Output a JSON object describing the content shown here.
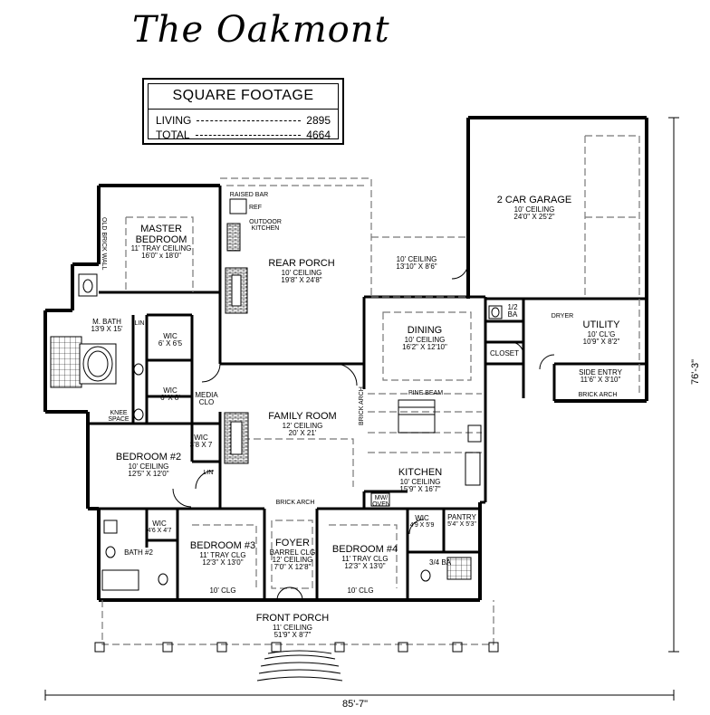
{
  "title": "The Oakmont",
  "square_footage": {
    "heading": "SQUARE FOOTAGE",
    "rows": [
      {
        "label": "LIVING",
        "value": "2895"
      },
      {
        "label": "TOTAL",
        "value": "4664"
      }
    ]
  },
  "rooms": {
    "master": {
      "name1": "MASTER",
      "name2": "BEDROOM",
      "d1": "11' TRAY CEILING",
      "d2": "16'0\" x 18'0\""
    },
    "rear_porch": {
      "name": "REAR PORCH",
      "d1": "10' CEILING",
      "d2": "19'8\" X 24'8\""
    },
    "outdoor_kitchen": {
      "name1": "OUTDOOR",
      "name2": "KITCHEN"
    },
    "raised_bar": "RAISED BAR",
    "ref": "REF",
    "old_brick_wall": "OLD BRICK WALL",
    "garage": {
      "name": "2 CAR GARAGE",
      "d1": "10' CEILING",
      "d2": "24'0\" X 25'2\""
    },
    "breezeway": {
      "d1": "10' CEILING",
      "d2": "13'10\" X 8'6\""
    },
    "half_bath": {
      "name1": "1/2",
      "name2": "BA"
    },
    "utility": {
      "name": "UTILITY",
      "d1": "10' CL'G",
      "d2": "10'9\" X 8'2\""
    },
    "dryer": "DRYER",
    "side_entry": {
      "name": "SIDE ENTRY",
      "d1": "11'6\" X 3'10\""
    },
    "brick_arch_side": "BRICK ARCH",
    "dining": {
      "name": "DINING",
      "d1": "10' CEILING",
      "d2": "16'2\" X 12'10\""
    },
    "closet": "CLOSET",
    "mbath": {
      "name": "M. BATH",
      "d1": "13'9 X 15'"
    },
    "lin1": "LIN",
    "wic1": {
      "name": "WIC",
      "d1": "6' X 6'5"
    },
    "wic2": {
      "name": "WIC",
      "d1": "6' X 8'"
    },
    "knee_space1": "KNEE",
    "knee_space2": "SPACE",
    "media_clo": {
      "name1": "MEDIA",
      "name2": "CLO"
    },
    "family": {
      "name": "FAMILY ROOM",
      "d1": "12' CEILING",
      "d2": "20' X 21'"
    },
    "brick_arch_vertical": "BRICK ARCH",
    "pine_beam": "PINE BEAM",
    "kitchen": {
      "name": "KITCHEN",
      "d1": "10' CEILING",
      "d2": "15'9\" X 16'7\""
    },
    "mw_oven": {
      "name1": "MW/",
      "name2": "OVEN"
    },
    "wic3": {
      "name": "WIC",
      "d1": "3'8 X 7"
    },
    "bedroom2": {
      "name": "BEDROOM #2",
      "d1": "10' CEILING",
      "d2": "12'5\" X 12'0\""
    },
    "lin2": "LIN",
    "brick_arch_foyer": "BRICK ARCH",
    "wic4": {
      "name": "WIC",
      "d1": "4'6 X 4'7"
    },
    "bath2": "BATH #2",
    "bedroom3": {
      "name": "BEDROOM #3",
      "d1": "11' TRAY CLG",
      "d2": "12'3\" X 13'0\"",
      "clg": "10' CLG"
    },
    "foyer": {
      "name": "FOYER",
      "d1": "BARREL CLG",
      "d2": "12' CEILING",
      "d3": "7'0\" X 12'8\""
    },
    "bedroom4": {
      "name": "BEDROOM #4",
      "d1": "11' TRAY CLG",
      "d2": "12'3\" X 13'0\"",
      "clg": "10' CLG"
    },
    "wic5": {
      "name": "WIC",
      "d1": "4'9 X 5'9"
    },
    "pantry": {
      "name": "PANTRY",
      "d1": "5'4\" X 5'3\""
    },
    "bath34": "3/4 BA",
    "front_porch": {
      "name": "FRONT PORCH",
      "d1": "11' CEILING",
      "d2": "51'9\" X 8'7\""
    }
  },
  "dimensions": {
    "width": "85'-7\"",
    "depth": "76'-3\""
  },
  "colors": {
    "line": "#000000",
    "dash": "#777777",
    "fill_gray": "#d8d8d8"
  }
}
